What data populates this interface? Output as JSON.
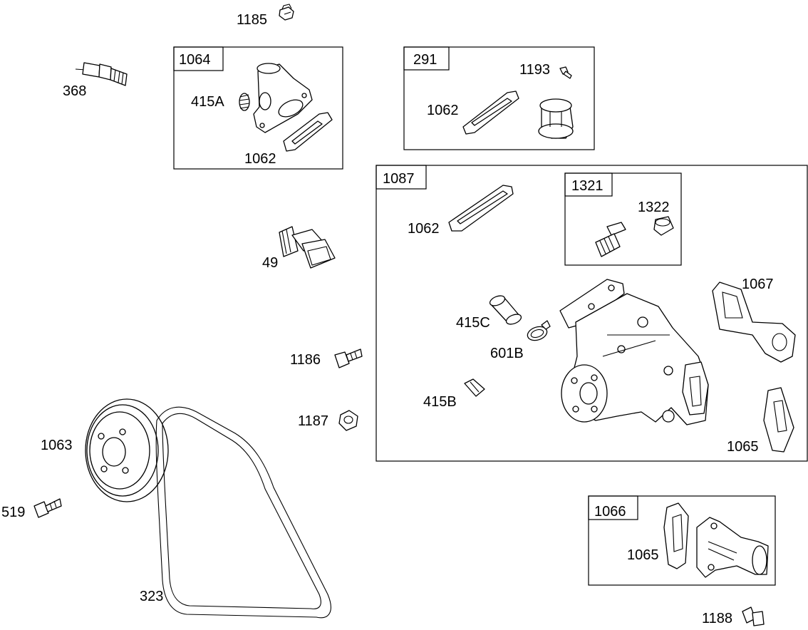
{
  "diagram": {
    "callouts": {
      "c1185": "1185",
      "c368": "368",
      "c415a": "415A",
      "c1062_a": "1062",
      "c1193": "1193",
      "c1062_b": "1062",
      "c1062_c": "1062",
      "c1322": "1322",
      "c49": "49",
      "c1067": "1067",
      "c415c": "415C",
      "c601b": "601B",
      "c1186": "1186",
      "c415b": "415B",
      "c1187": "1187",
      "c1065_a": "1065",
      "c1063": "1063",
      "c519": "519",
      "c1065_b": "1065",
      "c323": "323",
      "c1188": "1188"
    },
    "kits": {
      "k1064": "1064",
      "k291": "291",
      "k1087": "1087",
      "k1321": "1321",
      "k1066": "1066"
    }
  }
}
